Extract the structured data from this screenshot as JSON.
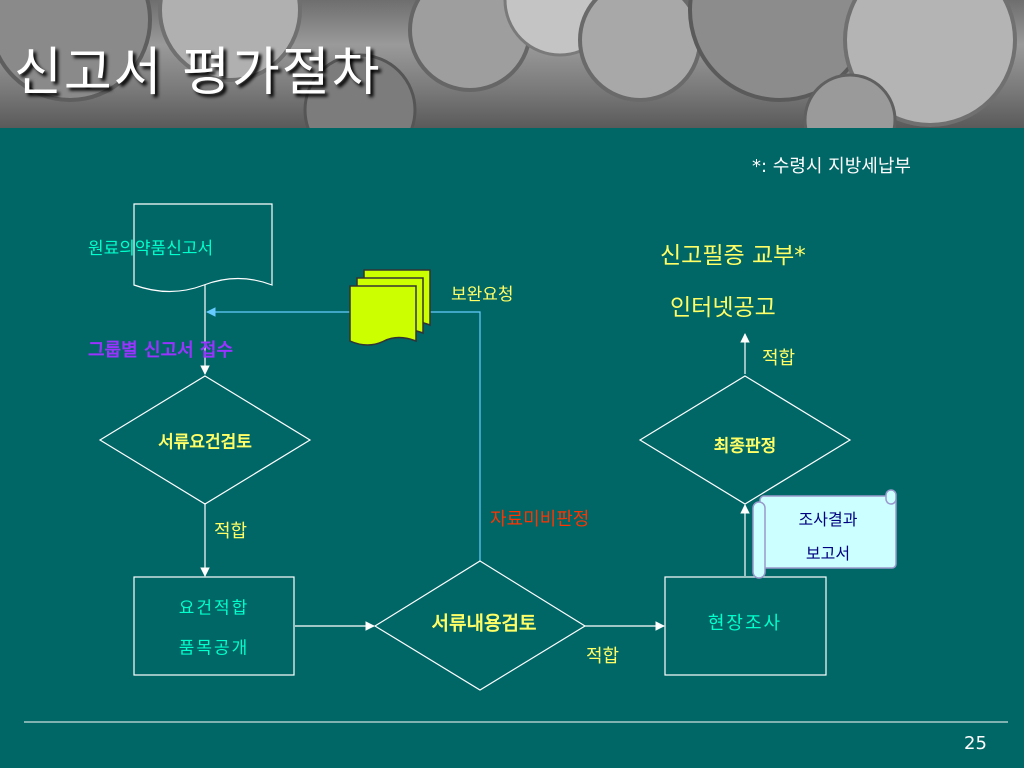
{
  "slide": {
    "title": "신고서 평가절차",
    "footnote": "*: 수령시 지방세납부",
    "page_number": "25"
  },
  "nodes": {
    "application": "원료의약품신고서",
    "group_receipt": "그룹별 신고서 접수",
    "doc_requirement_review": "서류요건검토",
    "requirement_pass": "적합",
    "disclosure_line1": "요건적합",
    "disclosure_line2": "품목공개",
    "doc_content_review": "서류내용검토",
    "content_pass": "적합",
    "supplement_request": "보완요청",
    "data_insufficient": "자료미비판정",
    "site_inspection": "현장조사",
    "inspection_report_line1": "조사결과",
    "inspection_report_line2": "보고서",
    "final_decision": "최종판정",
    "final_pass": "적합",
    "certificate_issue": "신고필증 교부*",
    "internet_notice": "인터넷공고"
  },
  "colors": {
    "background": "#006666",
    "line": "#ffffff",
    "feedback_line": "#66ccff",
    "label_yellow": "#ffff66",
    "label_cyan": "#00ffcc",
    "label_purple": "#9933ff",
    "label_red": "#ff3300",
    "document_fill": "#ccff00"
  }
}
